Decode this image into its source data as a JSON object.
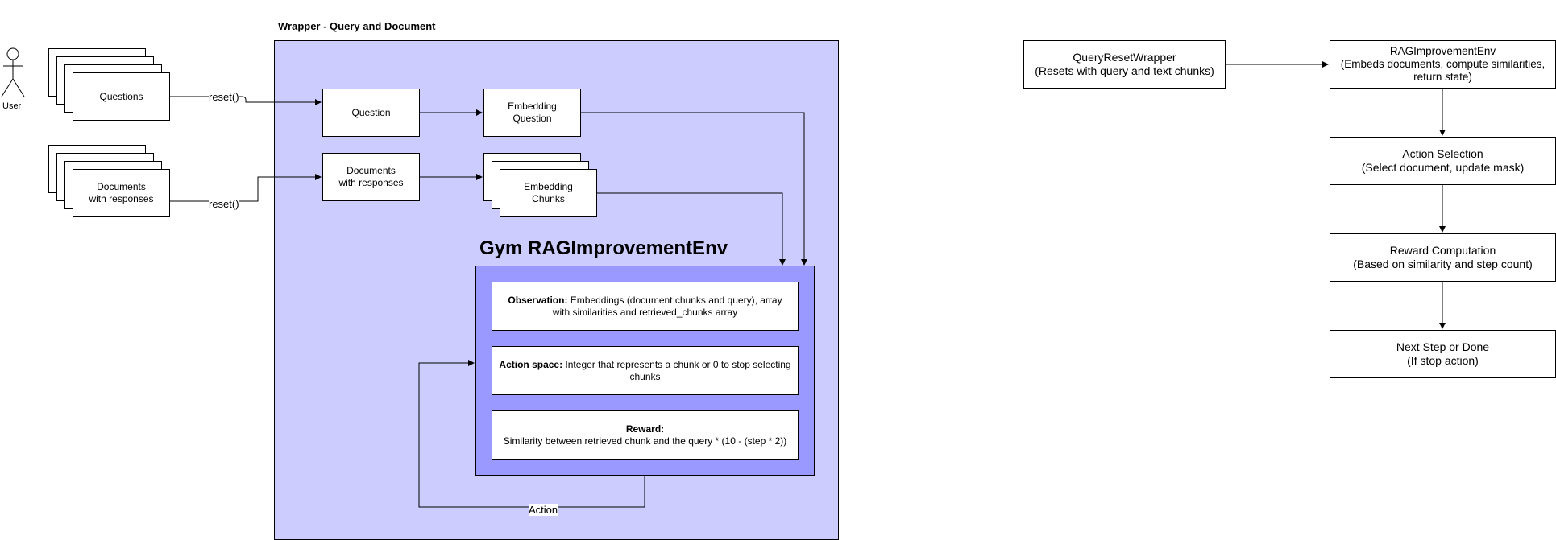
{
  "wrapper": {
    "title": "Wrapper - Query and Document"
  },
  "user": {
    "label": "User"
  },
  "inputs": {
    "questions": "Questions",
    "documents": "Documents\nwith responses",
    "reset_1": "reset()",
    "reset_2": "reset()"
  },
  "nodes": {
    "question": "Question",
    "documents": "Documents\nwith responses",
    "embedding_question": "Embedding\nQuestion",
    "embedding_chunks": "Embedding\nChunks"
  },
  "gym": {
    "title": "Gym RAGImprovementEnv",
    "observation": {
      "bold": "Observation:",
      "text": " Embeddings (document chunks and query), array with similarities and retrieved_chunks array"
    },
    "action_space": {
      "bold": "Action space:",
      "text": " Integer that represents a chunk or 0 to stop selecting chunks"
    },
    "reward": {
      "bold": "Reward:",
      "text": "Similarity between retrieved chunk and the query * (10 - (step * 2))"
    },
    "action_label": "Action"
  },
  "flow": {
    "query_reset_wrapper": {
      "title": "QueryResetWrapper",
      "desc": "(Resets with query and text chunks)"
    },
    "rag_env": {
      "title": "RAGImprovementEnv",
      "desc": "(Embeds documents, compute similarities,\nreturn state)"
    },
    "action_selection": {
      "title": "Action Selection",
      "desc": "(Select document, update mask)"
    },
    "reward_computation": {
      "title": "Reward Computation",
      "desc": "(Based on similarity and step count)"
    },
    "next_step": {
      "title": "Next Step or Done",
      "desc": "(If stop action)"
    }
  }
}
